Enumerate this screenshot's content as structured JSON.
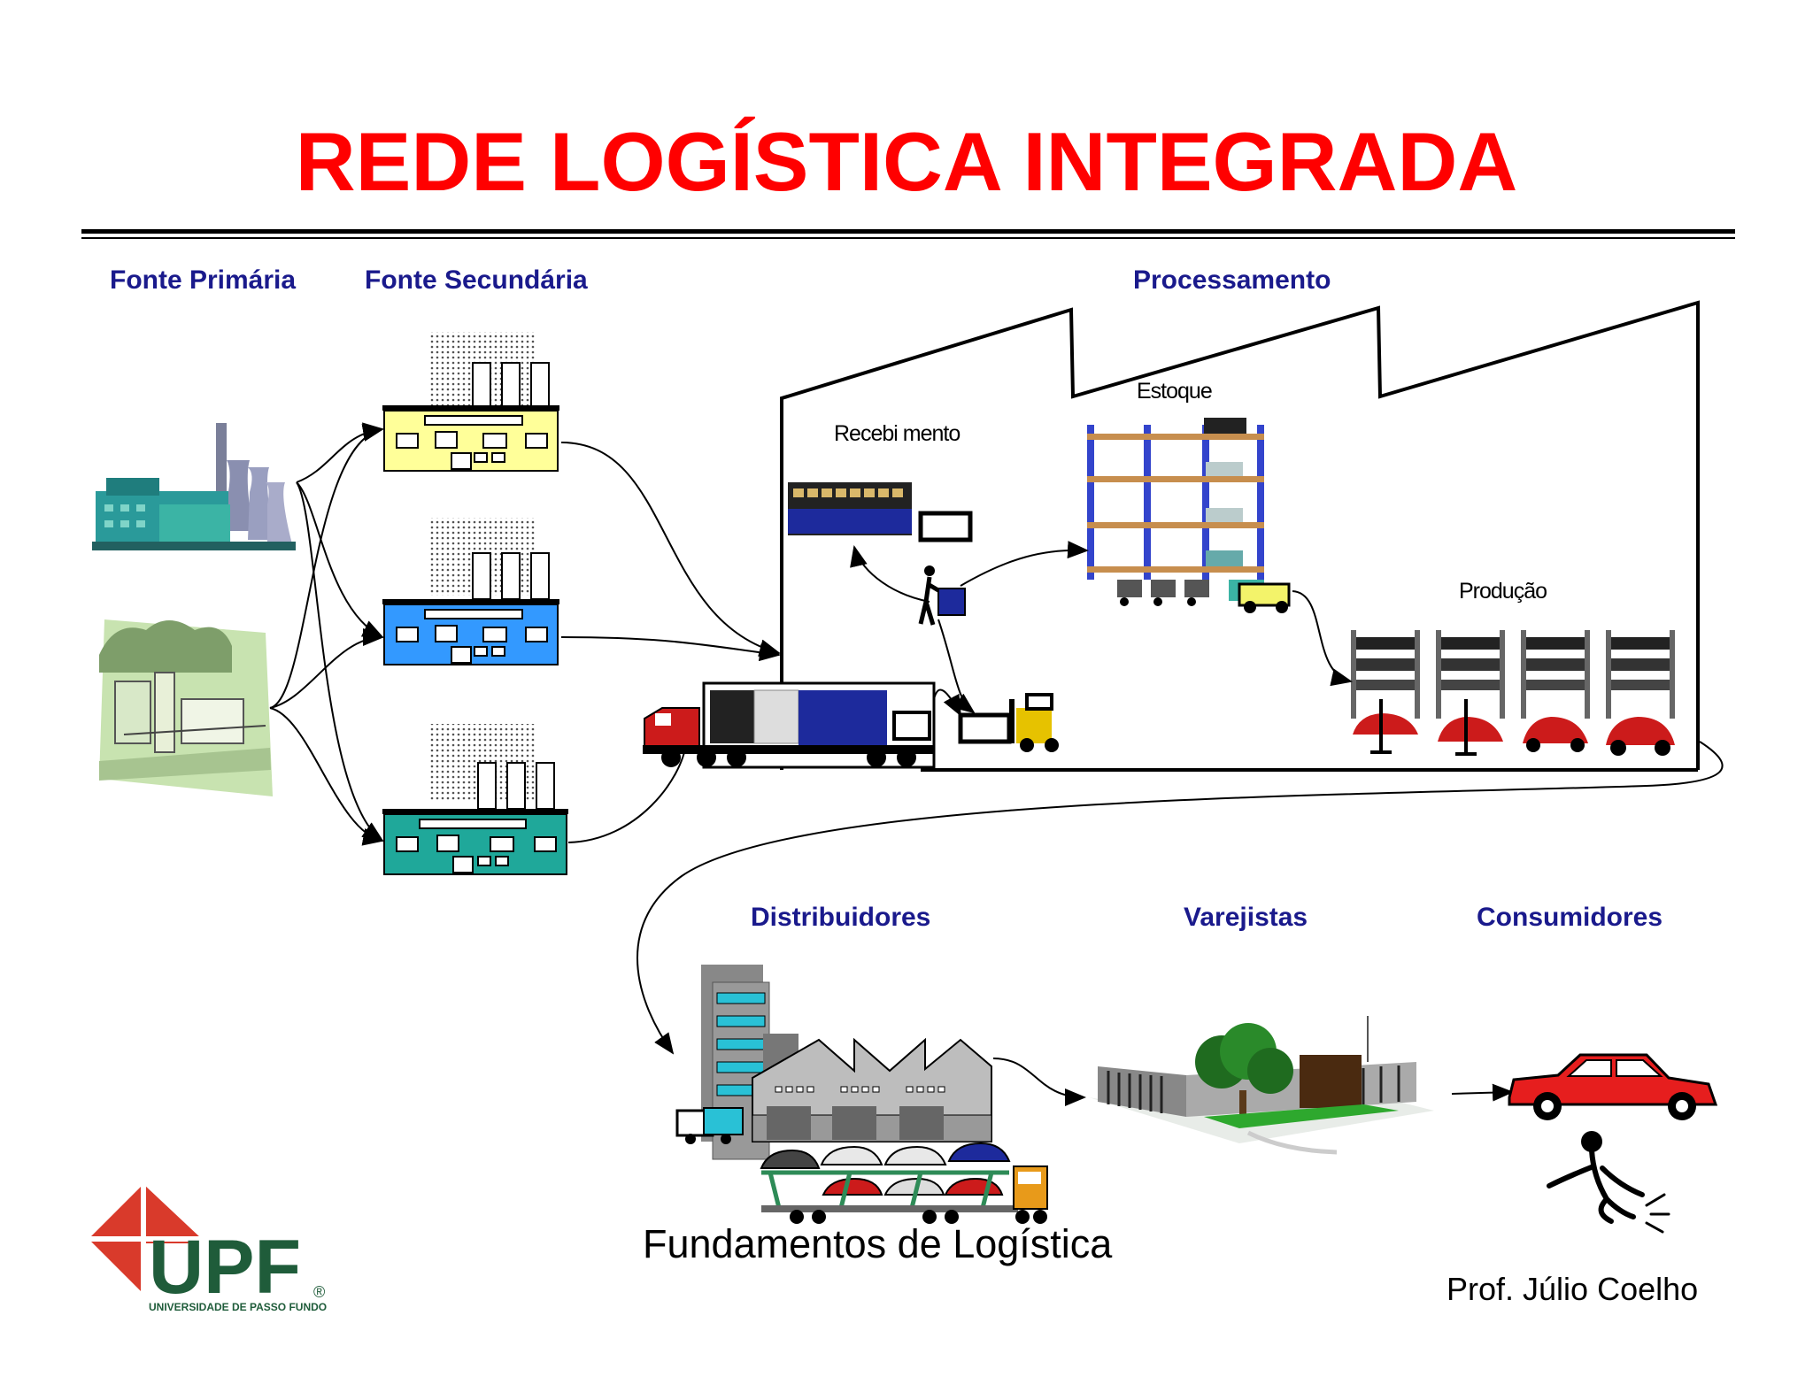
{
  "title": "REDE LOGÍSTICA INTEGRADA",
  "stages": {
    "fonte_primaria": "Fonte Primária",
    "fonte_secundaria": "Fonte Secundária",
    "processamento": "Processamento",
    "distribuidores": "Distribuidores",
    "varejistas": "Varejistas",
    "consumidores": "Consumidores"
  },
  "areas": {
    "recebimento": "Recebi mento",
    "estoque": "Estoque",
    "producao": "Produção"
  },
  "footer": {
    "course": "Fundamentos de Logística",
    "professor": "Prof. Júlio Coelho"
  },
  "logo": {
    "letters": "UPF",
    "subtitle": "UNIVERSIDADE DE PASSO FUNDO",
    "registered": "®"
  },
  "colors": {
    "title": "#ff0000",
    "stage_label": "#1a1a8c",
    "logo_red": "#d93a2b",
    "logo_green": "#1f5c3a",
    "factory_yellow": "#ffff99",
    "factory_blue": "#3399ff",
    "factory_teal": "#1fa89a"
  }
}
